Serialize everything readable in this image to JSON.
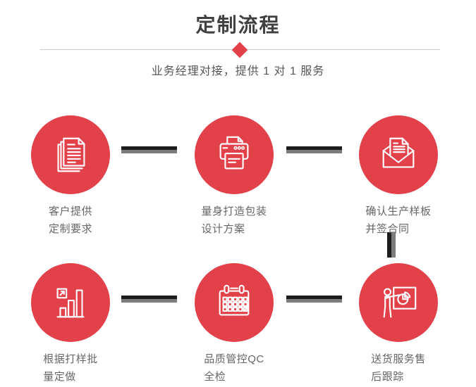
{
  "header": {
    "title": "定制流程",
    "subtitle": "业务经理对接，提供 1 对 1 服务"
  },
  "colors": {
    "accent_red": "#e2414a",
    "title_gray": "#404040",
    "subtitle_gray": "#555555",
    "label_gray": "#666666",
    "divider_gray": "#cccccc",
    "connector_dark": "#1c1c1c",
    "connector_gray": "#7c7c7c"
  },
  "steps": [
    {
      "icon": "documents-icon",
      "label_line1": "客户提供",
      "label_line2": "定制要求"
    },
    {
      "icon": "printer-icon",
      "label_line1": "量身打造包装",
      "label_line2": "设计方案"
    },
    {
      "icon": "envelope-icon",
      "label_line1": "确认生产样板",
      "label_line2": "并签合同"
    },
    {
      "icon": "bar-chart-icon",
      "label_line1": "根据打样批",
      "label_line2": "量定做"
    },
    {
      "icon": "calendar-icon",
      "label_line1": "品质管控QC",
      "label_line2": "全检"
    },
    {
      "icon": "presentation-icon",
      "label_line1": "送货服务售",
      "label_line2": "后跟踪"
    }
  ]
}
